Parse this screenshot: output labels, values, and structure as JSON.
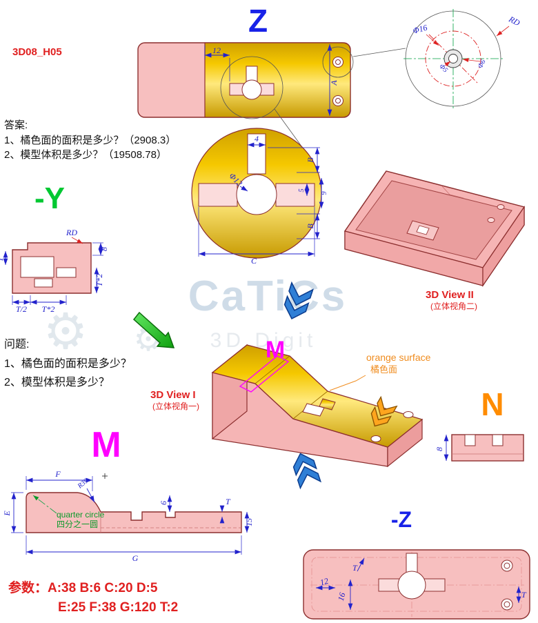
{
  "header": {
    "doc_id": "3D08_H05"
  },
  "axis_labels": {
    "z": "Z",
    "neg_y": "-Y",
    "m_big": "M",
    "m_marker": "M",
    "n": "N",
    "neg_z": "-Z"
  },
  "answers": {
    "heading": "答案:",
    "line1": "1、橘色面的面积是多少？（2908.3）",
    "line2": "2、模型体积是多少？（19508.78）"
  },
  "questions": {
    "heading": "问题:",
    "line1": "1、橘色面的面积是多少？",
    "line2": "2、模型体积是多少？"
  },
  "views": {
    "view1_label": "3D View I",
    "view1_sub": "(立体视角一)",
    "view2_label": "3D View II",
    "view2_sub": "(立体视角二)"
  },
  "annotations": {
    "orange_surface_en": "orange surface",
    "orange_surface_zh": "橘色面",
    "quarter_circle_en": "quarter circle",
    "quarter_circle_zh": "四分之一圆"
  },
  "dims": {
    "top_view": {
      "w12": "12",
      "a": "A"
    },
    "detail_right": {
      "phi16": "Φ16",
      "phi5": "Φ5",
      "phi6": "Φ6",
      "rd": "RD"
    },
    "detail_center": {
      "w4": "4",
      "phi12": "Φ12",
      "h5": "5",
      "h9": "9",
      "b_top": "B",
      "b_bottom": "B",
      "c": "C"
    },
    "neg_y_view": {
      "rd": "RD",
      "h8": "8",
      "t": "T",
      "t_half": "T/2",
      "t2_bottom": "T*2",
      "t2_right": "T*2"
    },
    "m_view": {
      "f": "F",
      "r39": "R39",
      "h6": "6",
      "t": "T",
      "e": "E",
      "g": "G",
      "h15": "15"
    },
    "n_view": {
      "h8": "8"
    },
    "neg_z_view": {
      "w12": "12",
      "h16": "16",
      "t_top": "T",
      "t_right": "T"
    }
  },
  "params": {
    "line1": "参数：A:38   B:6   C:20   D:5",
    "line2": "E:25  F:38  G:120  T:2"
  },
  "watermark": {
    "brand": "CaTiCs",
    "sub": "3D Digit"
  },
  "colors": {
    "dim_blue": "#2222cc",
    "label_red": "#e02020",
    "axis_blue": "#1822e8",
    "axis_green": "#00c832",
    "magenta": "#ff00ff",
    "orange": "#ff8c00",
    "body_pink": "#f7bfbf",
    "body_yellow": "#f2c200"
  }
}
